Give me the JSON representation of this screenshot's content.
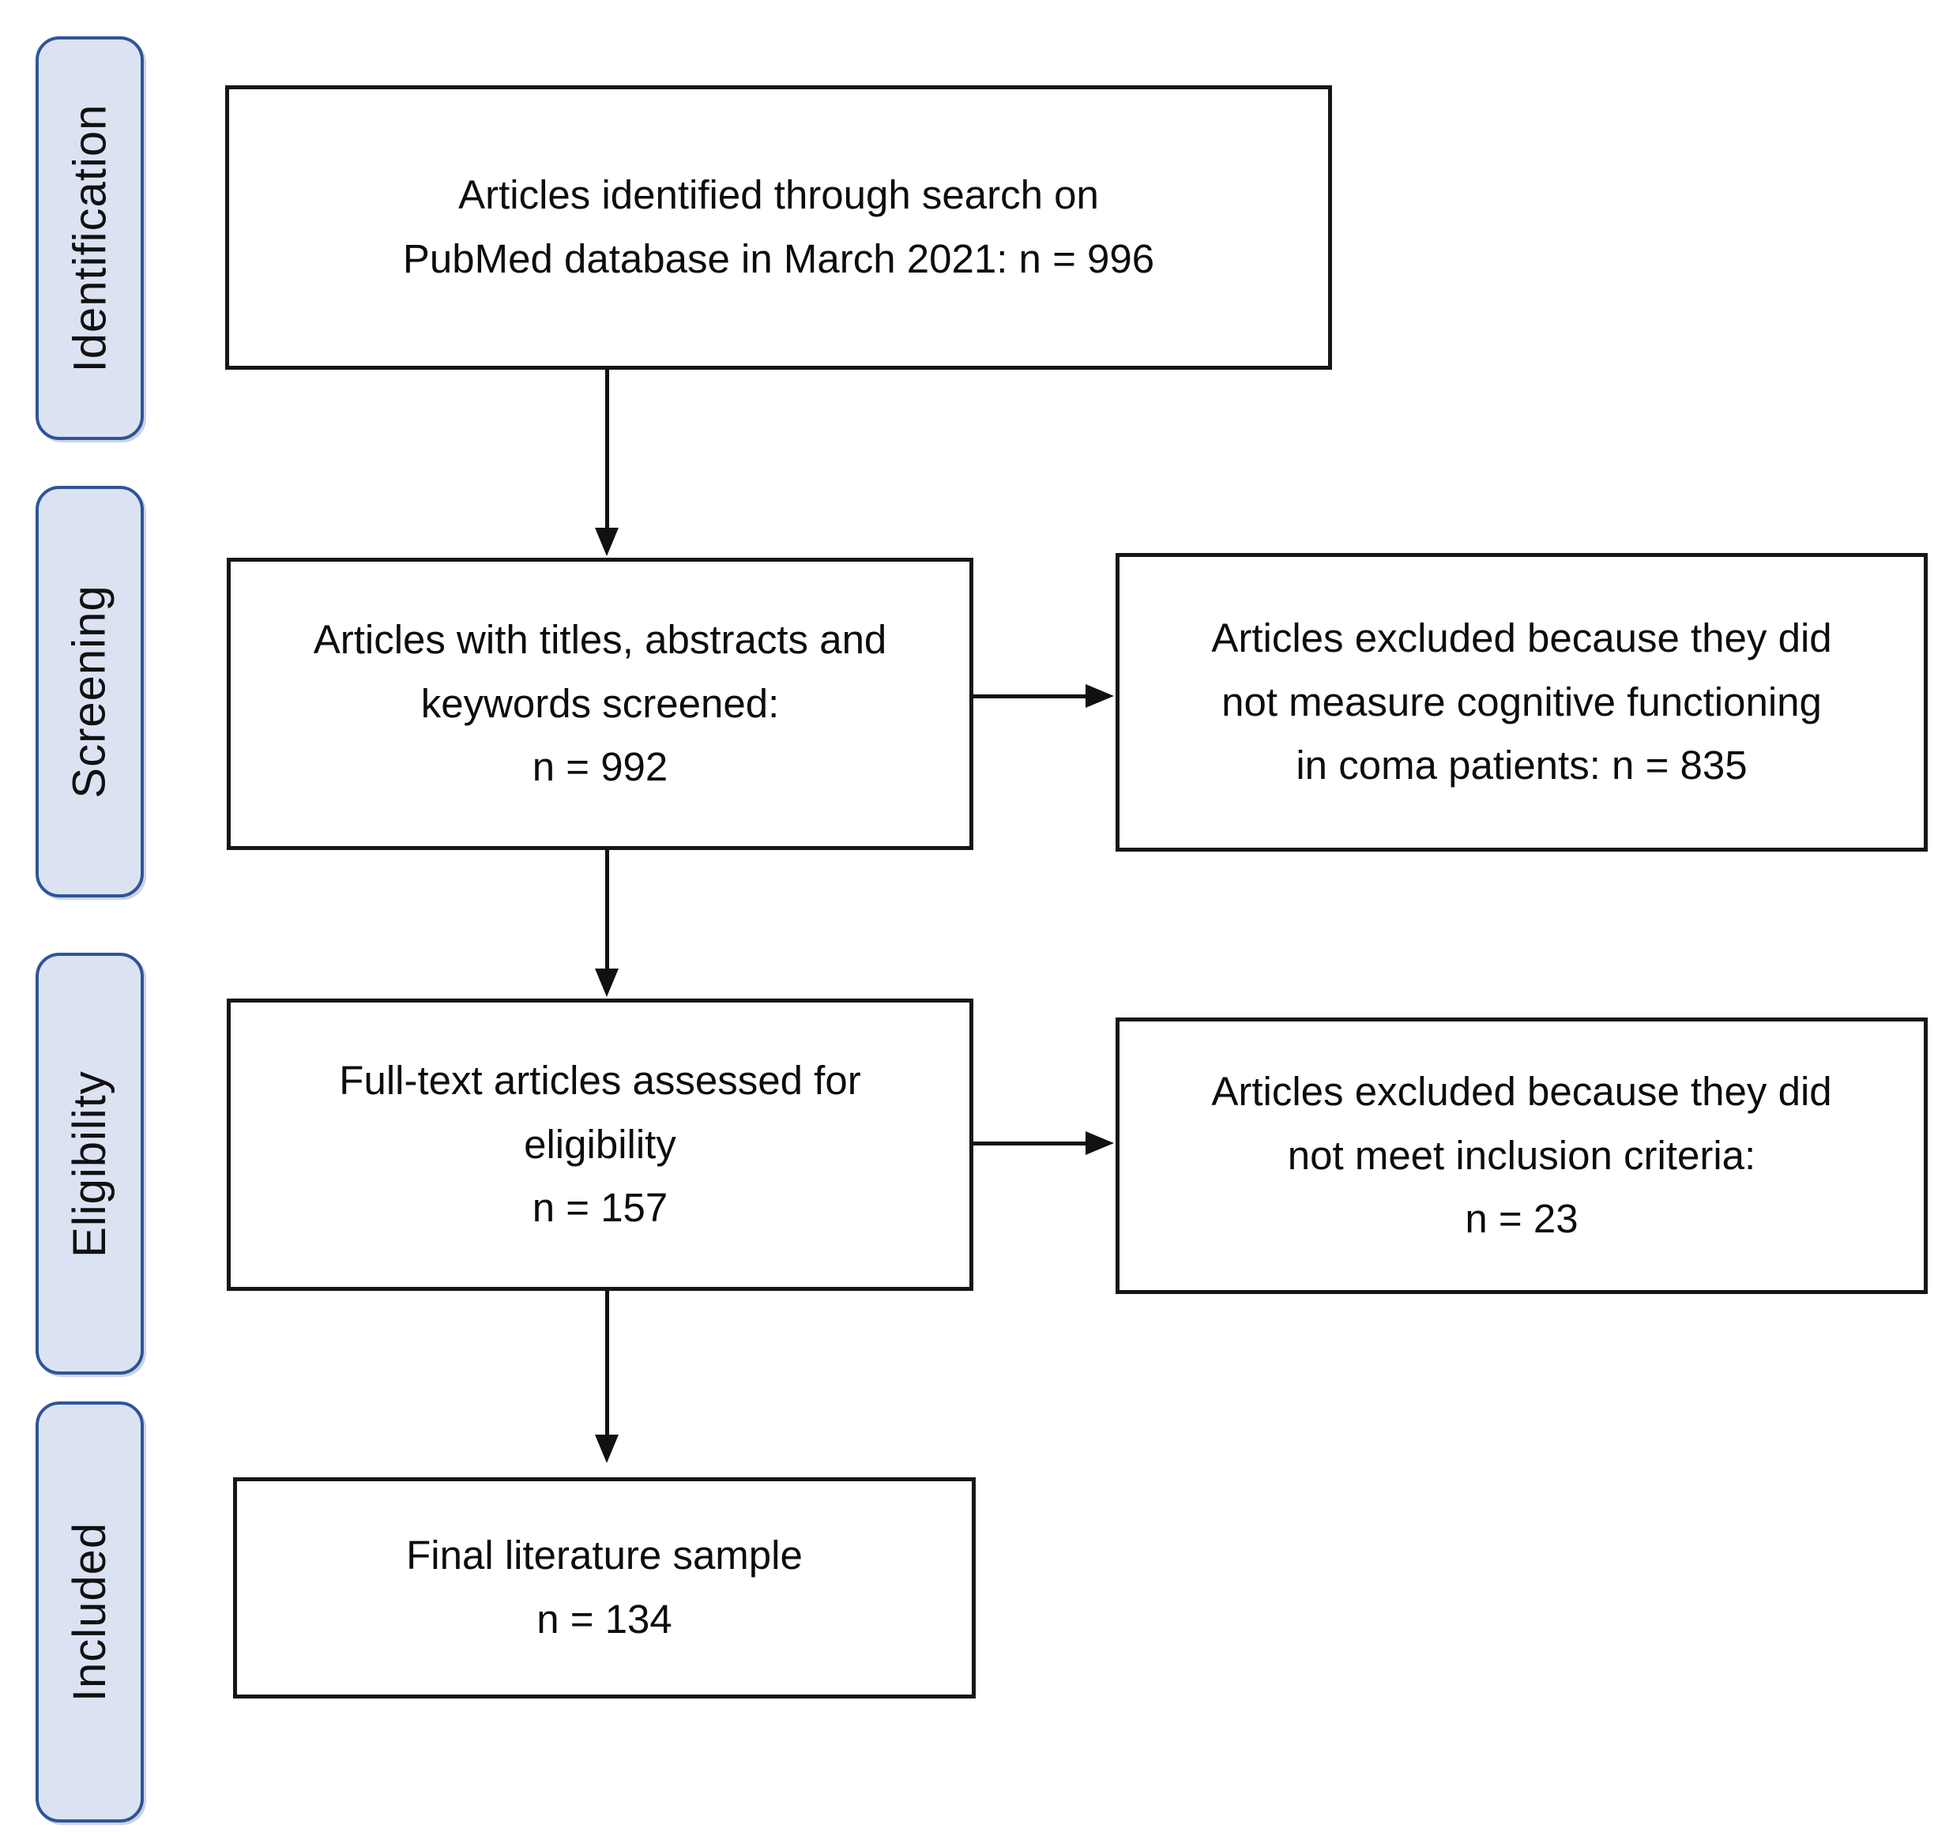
{
  "stages": [
    {
      "label": "Identification"
    },
    {
      "label": "Screening"
    },
    {
      "label": "Eligibility"
    },
    {
      "label": "Included"
    }
  ],
  "boxes": {
    "identified": {
      "text": "Articles identified through search on\nPubMed database in March 2021: n = 996",
      "n": 996
    },
    "screened": {
      "text": "Articles with titles, abstracts and\nkeywords screened:\nn = 992",
      "n": 992
    },
    "excluded_screening": {
      "text": "Articles excluded because they did\nnot measure cognitive functioning\nin coma patients: n = 835",
      "n": 835
    },
    "eligibility": {
      "text": "Full-text articles assessed for\neligibility\nn = 157",
      "n": 157
    },
    "excluded_eligibility": {
      "text": "Articles excluded because they did\nnot meet inclusion criteria:\nn = 23",
      "n": 23
    },
    "included": {
      "text": "Final literature sample\nn = 134",
      "n": 134
    }
  },
  "colors": {
    "background": "#ffffff",
    "stage_fill": "#dbe3f3",
    "stage_border": "#2e5597",
    "box_fill": "#ffffff",
    "box_border": "#161616",
    "arrow": "#111111",
    "text": "#0d0d0d"
  }
}
